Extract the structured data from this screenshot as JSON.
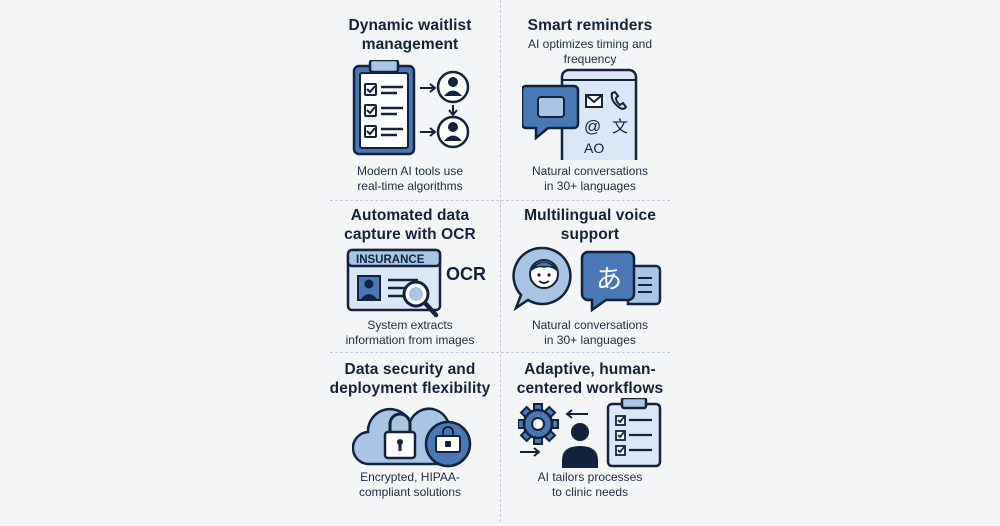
{
  "cards": [
    {
      "title_lines": [
        "Dynamic waitlist",
        "management"
      ],
      "desc_lines": [
        "Modern AI tools use",
        "real-time algorithms"
      ],
      "icons": [
        "clipboard-checklist-icon",
        "person-icon",
        "arrow-right-icon",
        "arrow-down-icon"
      ]
    },
    {
      "title_lines": [
        "Smart reminders",
        "AI optimizes timing and",
        "frequency"
      ],
      "desc_lines": [
        "Natural conversations",
        "in 30+ languages"
      ],
      "phone_text": "AO",
      "icons": [
        "phone-icon",
        "chat-bubble-icon",
        "mail-icon",
        "call-icon",
        "at-icon",
        "translate-icon"
      ]
    },
    {
      "title_lines": [
        "Automated data",
        "capture with OCR"
      ],
      "card_label": "INSURANCE",
      "ocr_label": "OCR",
      "desc_lines": [
        "System extracts",
        "information from images"
      ],
      "icons": [
        "id-card-icon",
        "magnifier-icon"
      ]
    },
    {
      "title_lines": [
        "Multilingual voice",
        "support"
      ],
      "glyph": "あ",
      "desc_lines": [
        "Natural conversations",
        "in 30+ languages"
      ],
      "icons": [
        "face-bubble-icon",
        "japanese-chat-icon"
      ]
    },
    {
      "title_lines": [
        "Data security and",
        "deployment flexibility"
      ],
      "desc_lines": [
        "Encrypted, HIPAA-",
        "compliant solutions"
      ],
      "icons": [
        "cloud-icon",
        "padlock-icon",
        "laptop-lock-icon"
      ]
    },
    {
      "title_lines": [
        "Adaptive, human-",
        "centered workflows"
      ],
      "desc_lines": [
        "AI tailors processes",
        "to clinic needs"
      ],
      "icons": [
        "gear-icon",
        "person-icon",
        "clipboard-checklist-icon"
      ]
    }
  ],
  "colors": {
    "navy": "#1b3a66",
    "mid_blue": "#4a78b5",
    "light_blue": "#a9c4e4",
    "pale_blue": "#dbe7f4"
  }
}
